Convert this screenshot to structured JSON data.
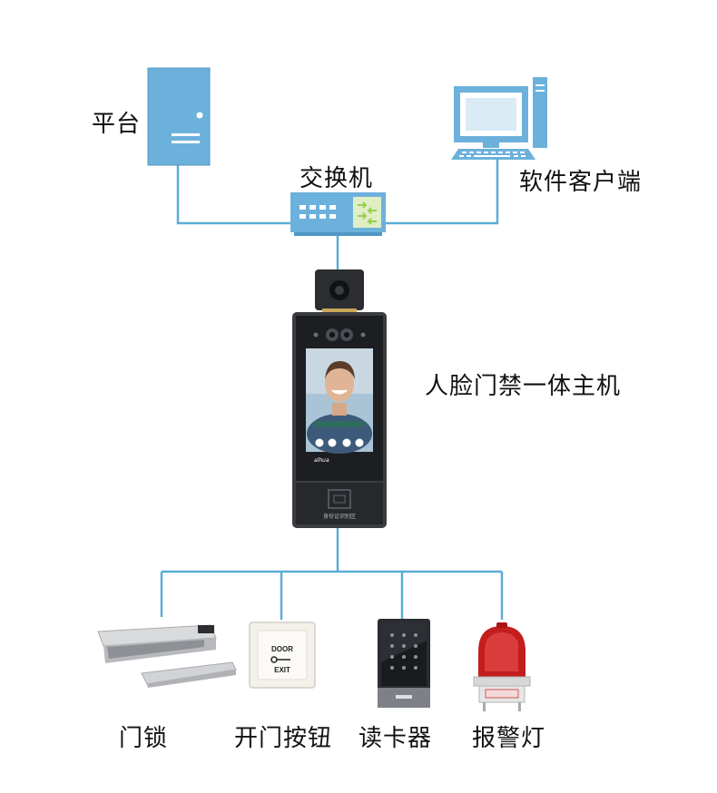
{
  "labels": {
    "platform": "平台",
    "switch": "交换机",
    "client": "软件客户端",
    "terminal": "人脸门禁一体主机",
    "lock": "门锁",
    "button": "开门按钮",
    "reader": "读卡器",
    "alarm": "报警灯"
  },
  "device_text": {
    "brand": "alhua",
    "screen_caption": "身份证识别区",
    "exit_button_top": "DOOR",
    "exit_button_bottom": "EXIT"
  },
  "colors": {
    "line": "#5aaed6",
    "device_blue": "#6cb1dc",
    "terminal_body": "#2b2d31"
  }
}
